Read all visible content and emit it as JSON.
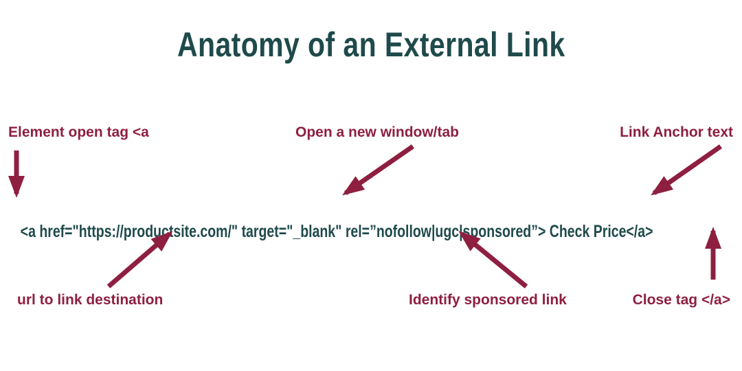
{
  "colors": {
    "teal": "#1f4a4b",
    "maroon": "#8e1f40",
    "background": "#ffffff"
  },
  "title": "Anatomy of an External Link",
  "code": {
    "open_tag": "<a ",
    "href_attr": "href=\"https://productsite.com/\" ",
    "target_attr": "target=\"_blank\" ",
    "rel_attr": "rel=”nofollow|ugc|sponsored”> ",
    "anchor_text": "Check Price",
    "close_tag": "</a>"
  },
  "annotations": {
    "element_open_tag": "Element open tag <a",
    "new_window": "Open a new window/tab",
    "anchor_text": "Link Anchor text",
    "url_destination": "url to link destination",
    "sponsored": "Identify sponsored link",
    "close_tag": "Close tag </a>"
  }
}
